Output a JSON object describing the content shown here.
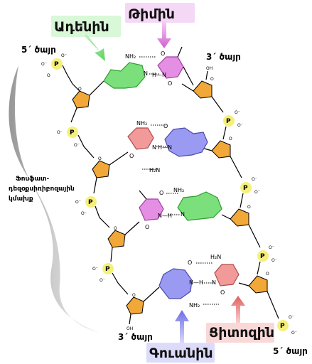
{
  "labels": {
    "adenine": "Ադենին",
    "thymine": "Թիմին",
    "guanine": "Գուանին",
    "cytosine": "Ցիտոզին",
    "end_5_top": "5´ ծայր",
    "end_3_top": "3´ ծայր",
    "end_3_bottom": "3´ ծայր",
    "end_5_bottom": "5´ ծայր",
    "backbone_line1": "Ֆոսֆատ-",
    "backbone_line2": "դեզօքսիռիբոզային",
    "backbone_line3": "կմախք"
  },
  "atoms": {
    "nh2": "NH₂",
    "nh2_alt": "H₂N",
    "o": "O",
    "n": "N",
    "h": "H",
    "nh": "N—H",
    "hn": "H—N",
    "p": "P",
    "o_minus": "O⁻",
    "oh": "OH"
  },
  "colors": {
    "adenine": "#7be07b",
    "adenine_stroke": "#2e9e2e",
    "thymine": "#e48ee4",
    "thymine_stroke": "#a040a0",
    "guanine": "#9a9af2",
    "guanine_stroke": "#4a4ab0",
    "cytosine": "#f29a9a",
    "cytosine_stroke": "#b04a4a",
    "sugar": "#f2a838",
    "phosphate": "#f5f07a",
    "backbone_shadow": "#b8b8b8"
  },
  "icons": {
    "adenine_arrow": "arrow-down-right",
    "thymine_arrow": "arrow-down-left",
    "guanine_arrow": "arrow-up",
    "cytosine_arrow": "arrow-up-left"
  }
}
